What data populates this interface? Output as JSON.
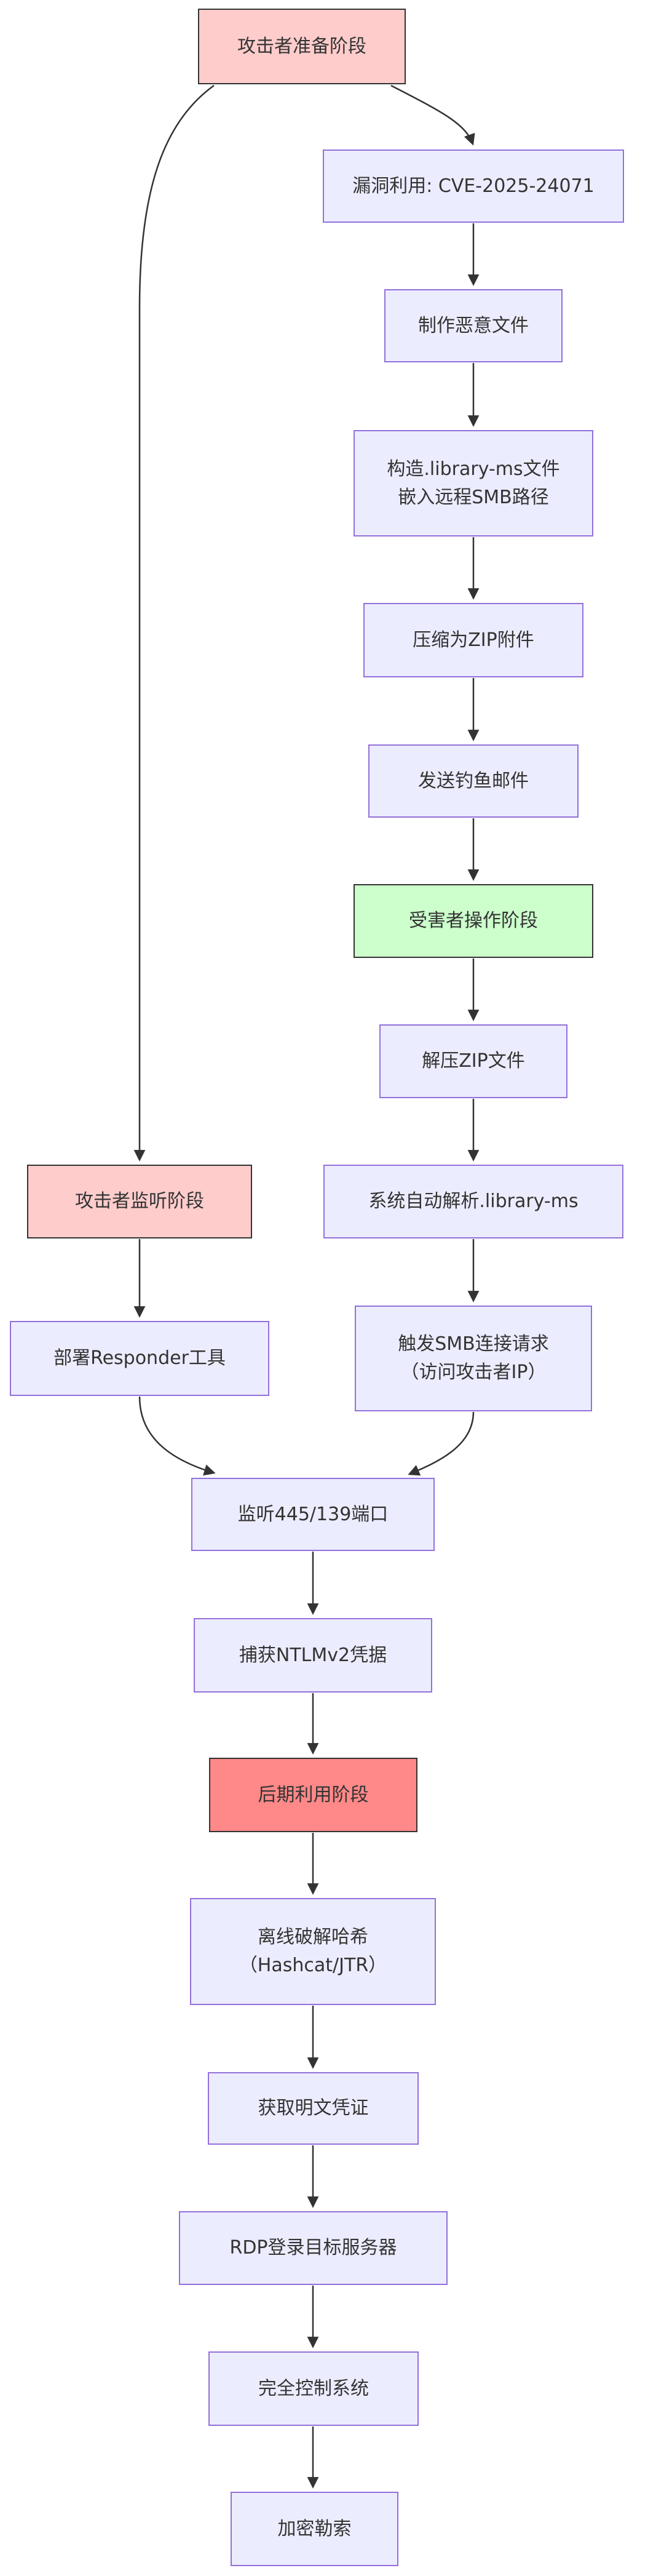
{
  "diagram": {
    "kind": "flowchart",
    "direction": "top-to-bottom"
  },
  "colors": {
    "step_fill": "#ECECFF",
    "step_border": "#9370DB",
    "attacker_phase_fill": "#FFCCCC",
    "victim_phase_fill": "#CCFFCC",
    "post_phase_fill": "#FF8888",
    "phase_border": "#333333",
    "text": "#333333",
    "edge": "#333333"
  },
  "nodes": {
    "prep": {
      "label": "攻击者准备阶段",
      "style": "attacker-phase"
    },
    "exploit": {
      "label": "漏洞利用: CVE-2025-24071",
      "style": "step"
    },
    "craft": {
      "label": "制作恶意文件",
      "style": "step"
    },
    "construct": {
      "line1": "构造.library-ms文件",
      "line2": "嵌入远程SMB路径",
      "style": "step"
    },
    "zip": {
      "label": "压缩为ZIP附件",
      "style": "step"
    },
    "phishing": {
      "label": "发送钓鱼邮件",
      "style": "step"
    },
    "victim": {
      "label": "受害者操作阶段",
      "style": "victim-phase"
    },
    "unzip": {
      "label": "解压ZIP文件",
      "style": "step"
    },
    "parse": {
      "label": "系统自动解析.library-ms",
      "style": "step"
    },
    "trigger": {
      "line1": "触发SMB连接请求",
      "line2": "（访问攻击者IP）",
      "style": "step"
    },
    "listen": {
      "label": "攻击者监听阶段",
      "style": "attacker-phase"
    },
    "responder": {
      "label": "部署Responder工具",
      "style": "step"
    },
    "port": {
      "label": "监听445/139端口",
      "style": "step"
    },
    "capture": {
      "label": "捕获NTLMv2凭据",
      "style": "step"
    },
    "post": {
      "label": "后期利用阶段",
      "style": "post-phase"
    },
    "crack": {
      "line1": "离线破解哈希",
      "line2": "（Hashcat/JTR）",
      "style": "step"
    },
    "plain": {
      "label": "获取明文凭证",
      "style": "step"
    },
    "rdp": {
      "label": "RDP登录目标服务器",
      "style": "step"
    },
    "control": {
      "label": "完全控制系统",
      "style": "step"
    },
    "ransom": {
      "label": "加密勒索",
      "style": "step"
    }
  },
  "edges": [
    {
      "from": "prep",
      "to": "listen"
    },
    {
      "from": "prep",
      "to": "exploit"
    },
    {
      "from": "exploit",
      "to": "craft"
    },
    {
      "from": "craft",
      "to": "construct"
    },
    {
      "from": "construct",
      "to": "zip"
    },
    {
      "from": "zip",
      "to": "phishing"
    },
    {
      "from": "phishing",
      "to": "victim"
    },
    {
      "from": "victim",
      "to": "unzip"
    },
    {
      "from": "unzip",
      "to": "parse"
    },
    {
      "from": "parse",
      "to": "trigger"
    },
    {
      "from": "listen",
      "to": "responder"
    },
    {
      "from": "responder",
      "to": "port"
    },
    {
      "from": "trigger",
      "to": "port"
    },
    {
      "from": "port",
      "to": "capture"
    },
    {
      "from": "capture",
      "to": "post"
    },
    {
      "from": "post",
      "to": "crack"
    },
    {
      "from": "crack",
      "to": "plain"
    },
    {
      "from": "plain",
      "to": "rdp"
    },
    {
      "from": "rdp",
      "to": "control"
    },
    {
      "from": "control",
      "to": "ransom"
    }
  ]
}
